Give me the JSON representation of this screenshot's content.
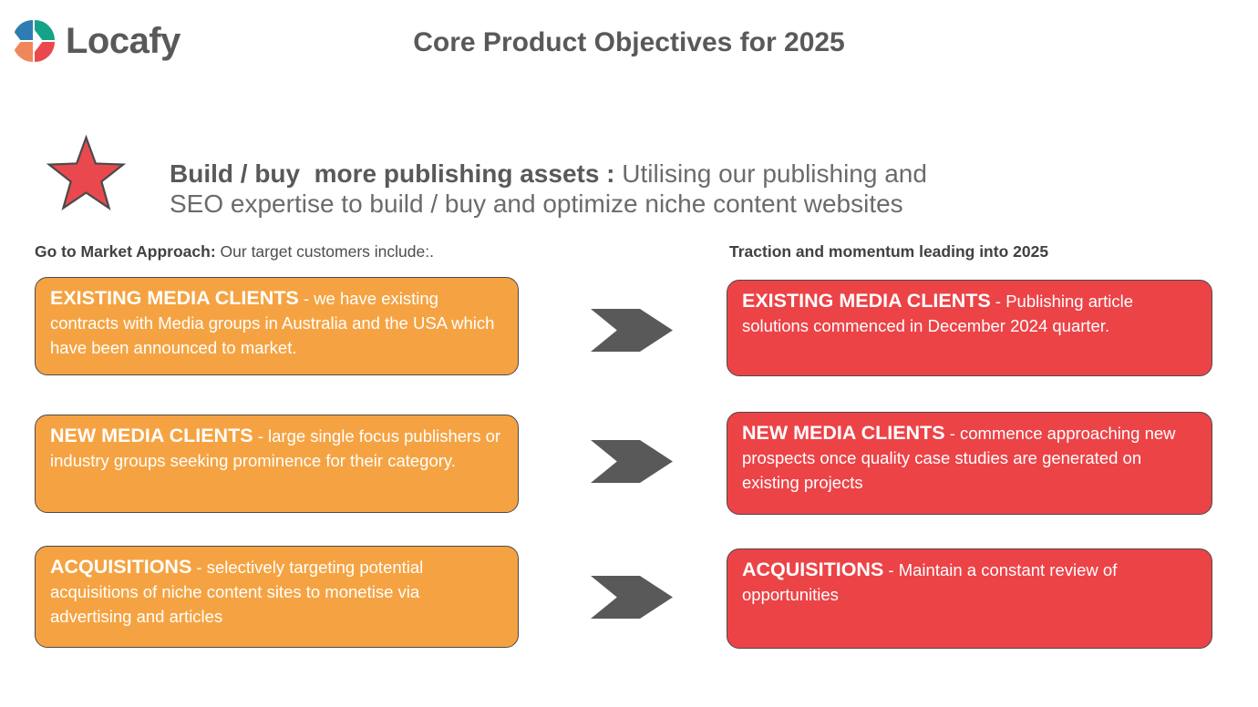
{
  "header": {
    "logo_text": "Locafy",
    "title": "Core Product Objectives for 2025"
  },
  "headline": {
    "bold": "Build / buy  more publishing assets :",
    "line1_rest": " Utilising our publishing and",
    "line2": "SEO expertise to build / buy and optimize niche content websites"
  },
  "columns": {
    "left_header_bold": "Go to Market Approach:",
    "left_header_rest": " Our target customers include:.",
    "right_header": "Traction and momentum leading into 2025"
  },
  "left_boxes": [
    {
      "title": "EXISTING MEDIA CLIENTS",
      "text": " - we have existing contracts with Media groups in Australia and the USA which have been announced to market."
    },
    {
      "title": "NEW MEDIA CLIENTS",
      "text": " - large single focus publishers or industry groups seeking prominence for their category."
    },
    {
      "title": "ACQUISITIONS",
      "text": " - selectively targeting potential acquisitions of niche content sites to monetise via advertising and articles"
    }
  ],
  "right_boxes": [
    {
      "title": "EXISTING MEDIA CLIENTS",
      "text": " - Publishing article solutions commenced in December 2024 quarter."
    },
    {
      "title": "NEW MEDIA CLIENTS",
      "text": " - commence approaching new prospects once quality case studies are generated on existing projects"
    },
    {
      "title": "ACQUISITIONS",
      "text": " - Maintain a constant review of opportunities"
    }
  ],
  "icons": {
    "bullet": "star-icon",
    "flow": "chevron-arrow-icon",
    "logo": "locafy-pinwheel-icon"
  },
  "colors": {
    "orange": "#F5A342",
    "red": "#EC4347",
    "arrow_gray": "#595959",
    "text_gray": "#58595B",
    "headline_gray": "#6A6B6E",
    "border_dark": "#4A4A4A",
    "star_red": "#E9494E",
    "logo_blue": "#2E7DB2",
    "logo_green": "#14A386",
    "logo_orange": "#F0875A",
    "logo_red": "#E9494D"
  }
}
